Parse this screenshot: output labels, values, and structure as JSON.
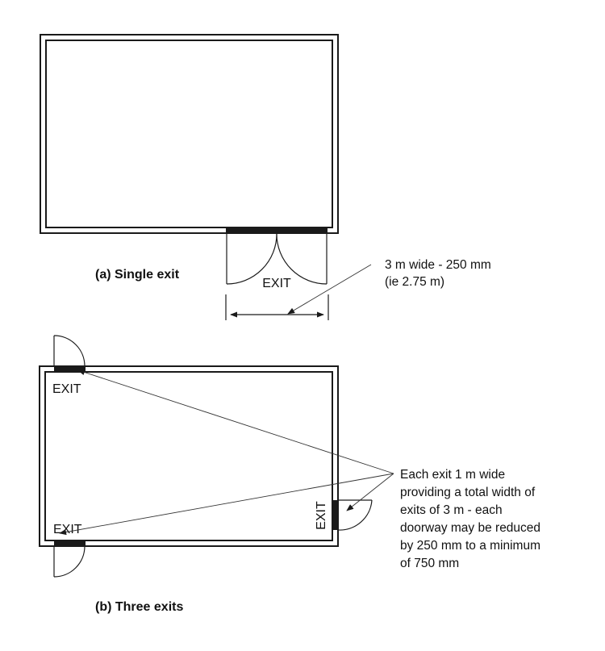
{
  "diagram_a": {
    "caption": "(a) Single exit",
    "exit_label": "EXIT",
    "note_line1": "3 m wide - 250 mm",
    "note_line2": "(ie 2.75 m)"
  },
  "diagram_b": {
    "caption": "(b) Three exits",
    "exit_labels": [
      "EXIT",
      "EXIT",
      "EXIT"
    ],
    "note_lines": [
      "Each exit 1 m wide",
      "providing a total width of",
      "exits of 3 m - each",
      "doorway may be reduced",
      "by 250 mm to a minimum",
      "of 750 mm"
    ]
  },
  "colors": {
    "ink": "#1a1a1a",
    "background": "#ffffff"
  }
}
